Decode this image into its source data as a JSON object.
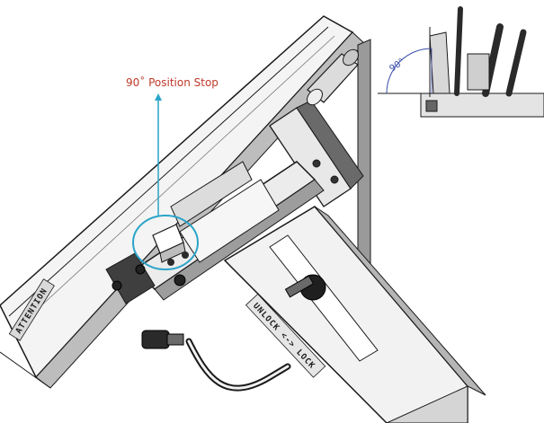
{
  "callout": {
    "label": "90˚ Position Stop",
    "color": "#c0392b",
    "leader_color": "#2aa4c8"
  },
  "inset": {
    "angle_label": "90°",
    "angle_color": "#3a4fa8"
  },
  "machine_labels": {
    "lock_plate": "UNLOCK <-> LOCK",
    "table_edge": "ATTENTION"
  },
  "colors": {
    "outline": "#1a1a1a",
    "shadow": "#8a8a8a",
    "bracket": "#555555",
    "face": "#f2f2f2"
  }
}
